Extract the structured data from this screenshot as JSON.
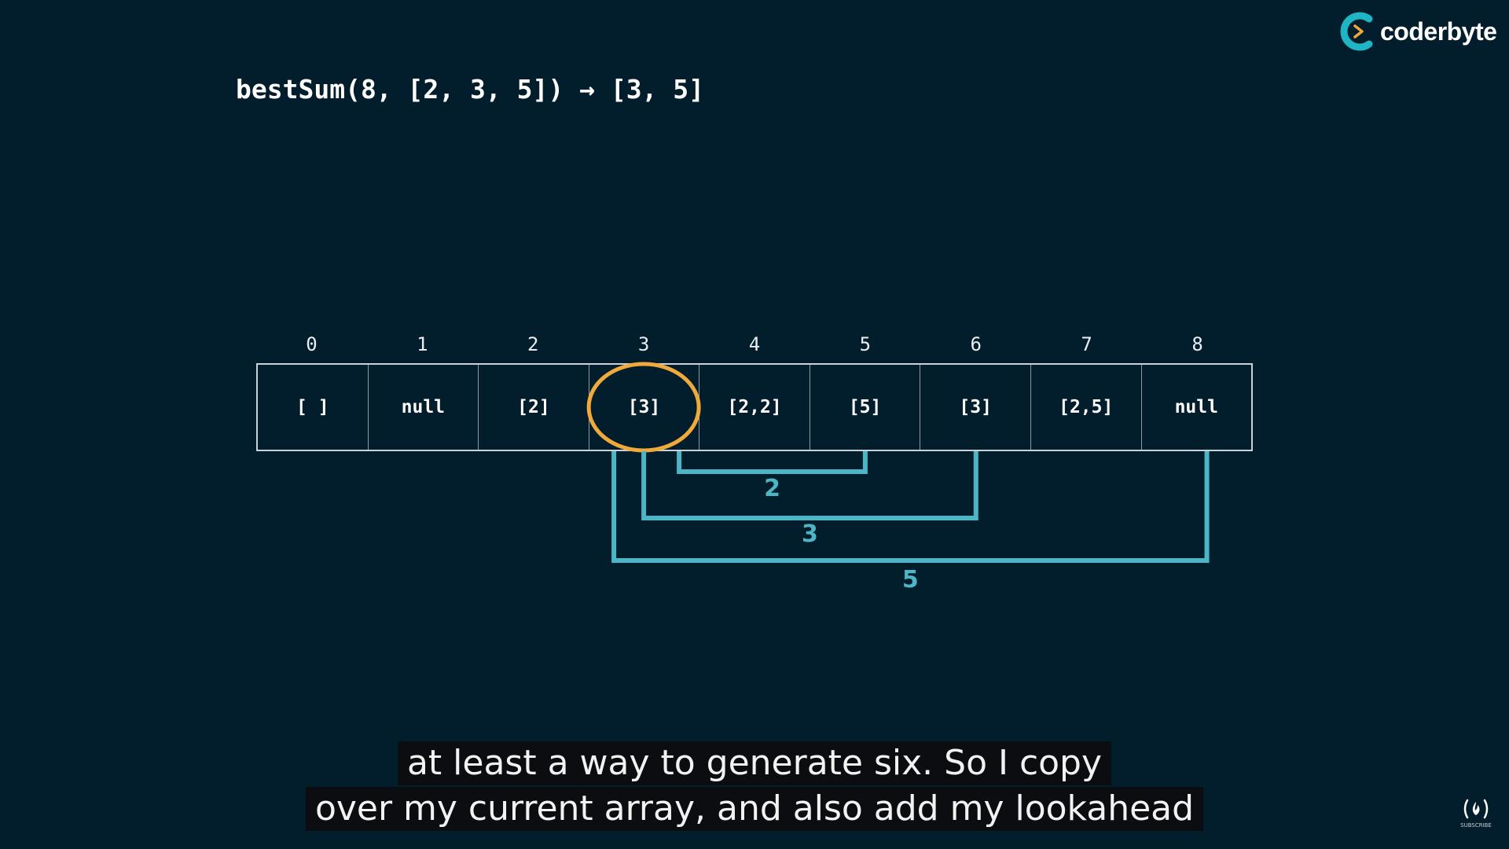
{
  "brand": {
    "name": "coderbyte"
  },
  "formula": {
    "text": "bestSum(8, [2, 3, 5]) → [3, 5]"
  },
  "indices": [
    "0",
    "1",
    "2",
    "3",
    "4",
    "5",
    "6",
    "7",
    "8"
  ],
  "cells": [
    "[ ]",
    "null",
    "[2]",
    "[3]",
    "[2,2]",
    "[5]",
    "[3]",
    "[2,5]",
    "null"
  ],
  "highlight": {
    "index": 3,
    "color": "#f0a93b"
  },
  "brackets": [
    {
      "label": "2",
      "from": 3,
      "to": 5
    },
    {
      "label": "3",
      "from": 3,
      "to": 6
    },
    {
      "label": "5",
      "from": 3,
      "to": 8
    }
  ],
  "colors": {
    "background": "#021d2b",
    "bracket": "#4db6c6",
    "brand_accent": "#1fb5c4"
  },
  "caption": {
    "line1": "at least a way to generate six. So I copy",
    "line2": "over my current array, and also add my lookahead"
  },
  "channel_badge": {
    "icon": "freecodecamp-icon",
    "text": "SUBSCRIBE"
  }
}
